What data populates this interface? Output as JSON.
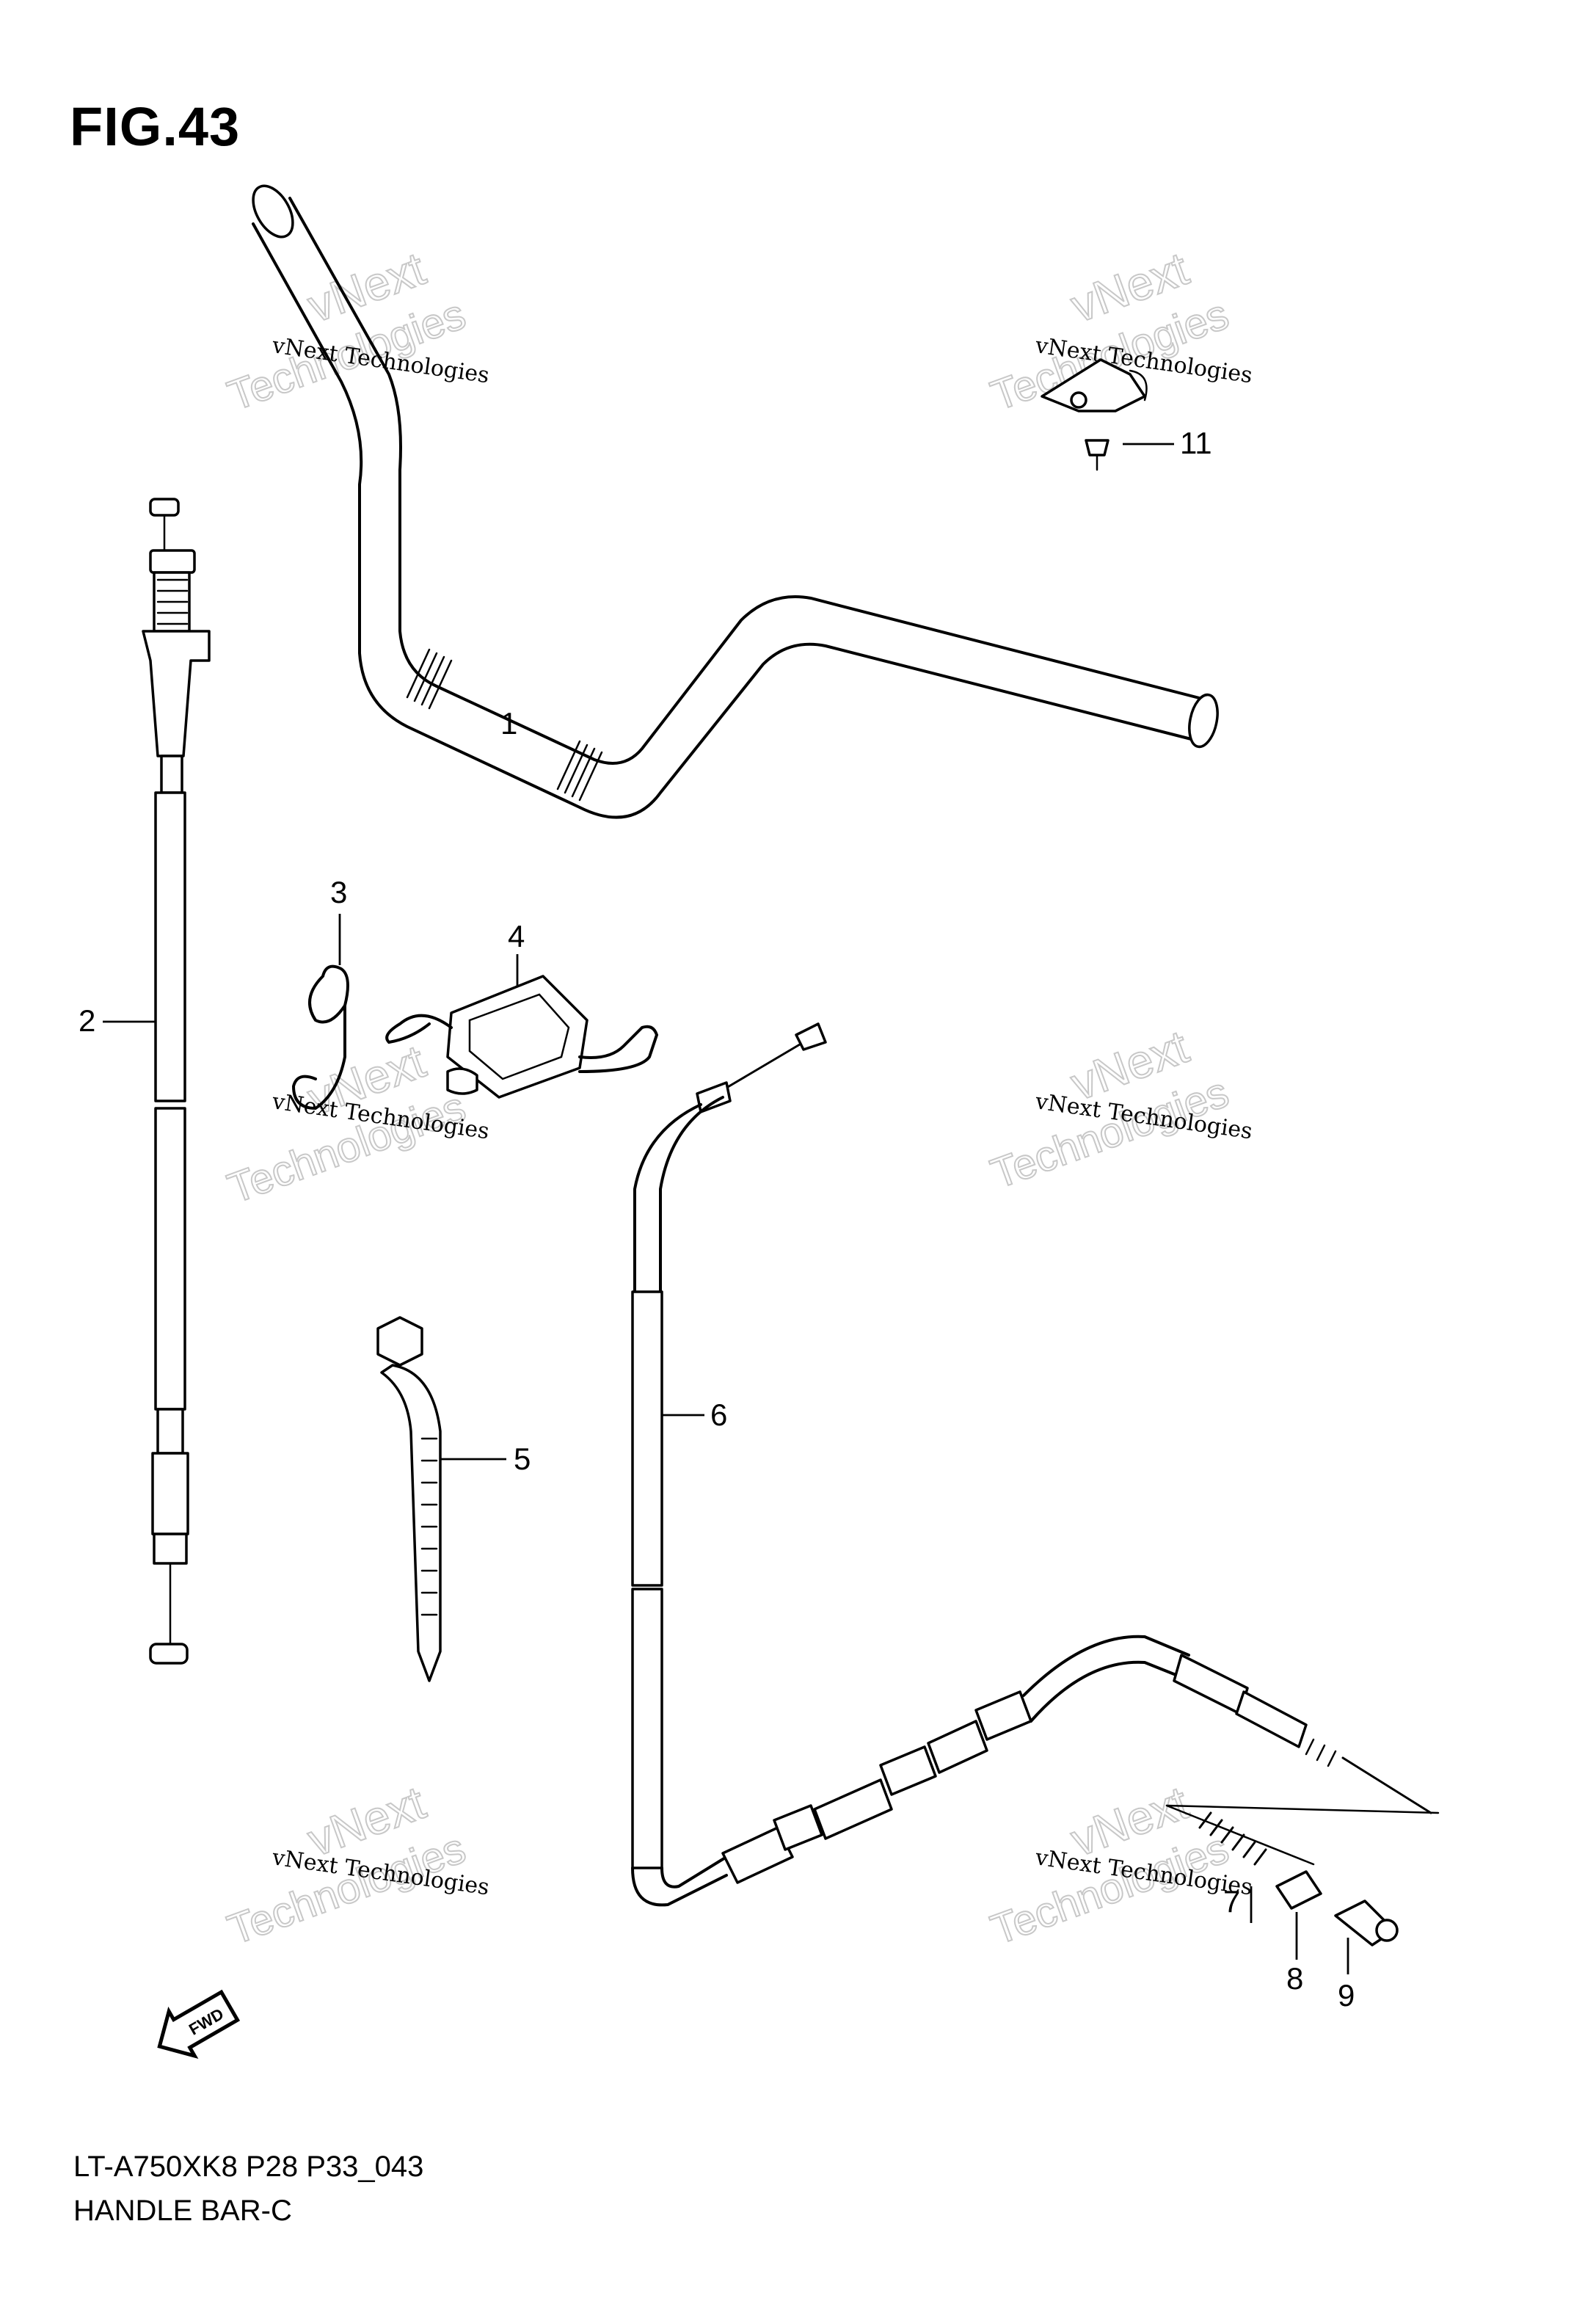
{
  "figure": {
    "title": "FIG.43"
  },
  "footer": {
    "model_line": "LT-A750XK8 P28 P33_043",
    "name_line": "HANDLE BAR-C"
  },
  "callouts": [
    "1",
    "2",
    "3",
    "4",
    "5",
    "6",
    "7",
    "8",
    "9",
    "11"
  ],
  "fwd_label": "FWD",
  "watermark": {
    "line_small": "vNext Technologies",
    "line_big_1": "vNext",
    "line_big_2": "Technologies"
  }
}
